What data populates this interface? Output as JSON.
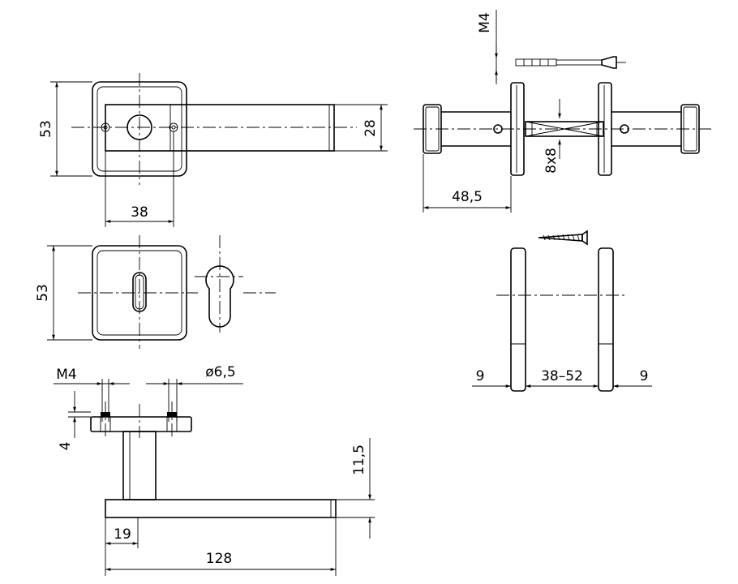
{
  "diagram": {
    "dimensions": {
      "top_left_height": "53",
      "handle_thickness": "28",
      "rose_holes_spacing": "38",
      "screw_thread_top": "M4",
      "spindle_section": "8x8",
      "handle_to_rose": "48,5",
      "mid_left_height": "53",
      "rose_thickness_left": "9",
      "door_thickness_range": "38–52",
      "rose_thickness_right": "9",
      "bottom_thread": "M4",
      "bottom_hole_diameter": "ø6,5",
      "rose_plate_thickness": "4",
      "handle_offset_height": "11,5",
      "handle_neck_offset": "19",
      "handle_length": "128"
    }
  }
}
